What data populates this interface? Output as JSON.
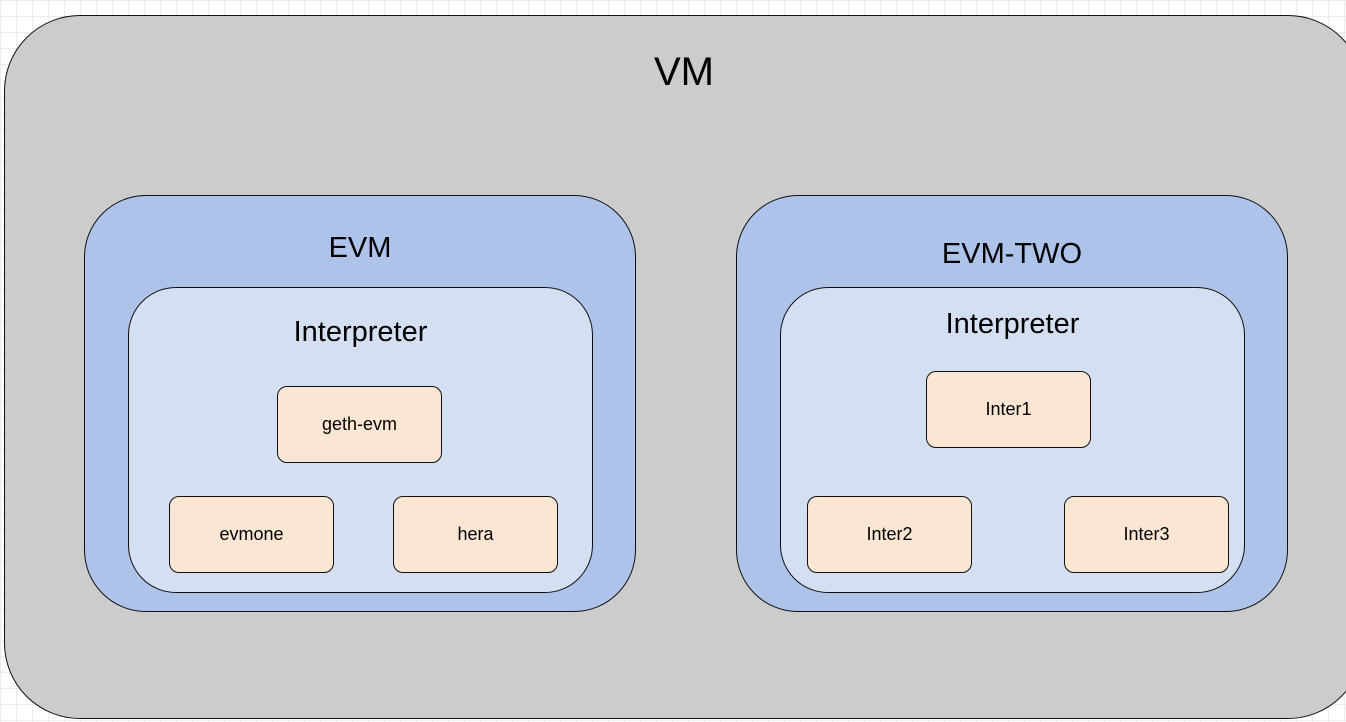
{
  "colors": {
    "vm_fill": "#cccccc",
    "evm_fill": "#aec3ea",
    "interpreter_fill": "#d4e0f2",
    "implementation_fill": "#fae6d2",
    "border": "#111111"
  },
  "vm": {
    "label": "VM",
    "engines": [
      {
        "label": "EVM",
        "interpreter": {
          "label": "Interpreter",
          "implementations": [
            "geth-evm",
            "evmone",
            "hera"
          ]
        }
      },
      {
        "label": "EVM-TWO",
        "interpreter": {
          "label": "Interpreter",
          "implementations": [
            "Inter1",
            "Inter2",
            "Inter3"
          ]
        }
      }
    ]
  }
}
